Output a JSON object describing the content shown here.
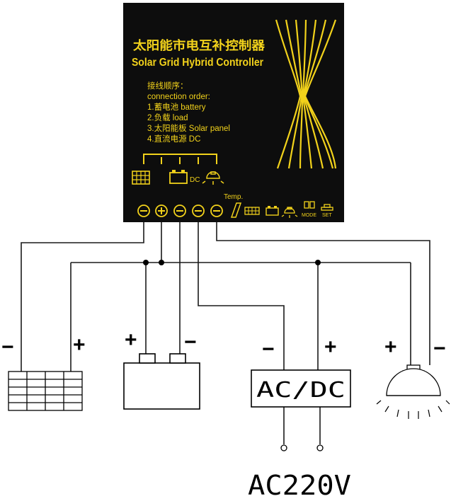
{
  "controller": {
    "title_cn": "太阳能市电互补控制器",
    "title_en": "Solar Grid Hybrid Controller",
    "order_heading_cn": "接线顺序：",
    "order_heading_en": "connection order:",
    "order_items": [
      "1.蓄电池 battery",
      "2.负载 load",
      "3.太阳能板 Solar panel",
      "4.直流电源 DC"
    ],
    "dc_label": "DC",
    "temp_label": "Temp.",
    "mode_label": "MODE",
    "set_label": "SET",
    "terminal_symbols": [
      "−",
      "+",
      "−",
      "−",
      "−"
    ]
  },
  "polarity": {
    "solar_neg": "−",
    "solar_pos": "+",
    "battery_pos": "+",
    "battery_neg": "−",
    "acdc_neg": "−",
    "acdc_pos": "+",
    "lamp_pos": "+",
    "lamp_neg": "−"
  },
  "adapter": {
    "label": "AC/DC"
  },
  "mains": {
    "label": "AC220V"
  },
  "colors": {
    "panel": "#0d0d0d",
    "accent": "#f2d21b",
    "wire": "#1a1a1a"
  }
}
